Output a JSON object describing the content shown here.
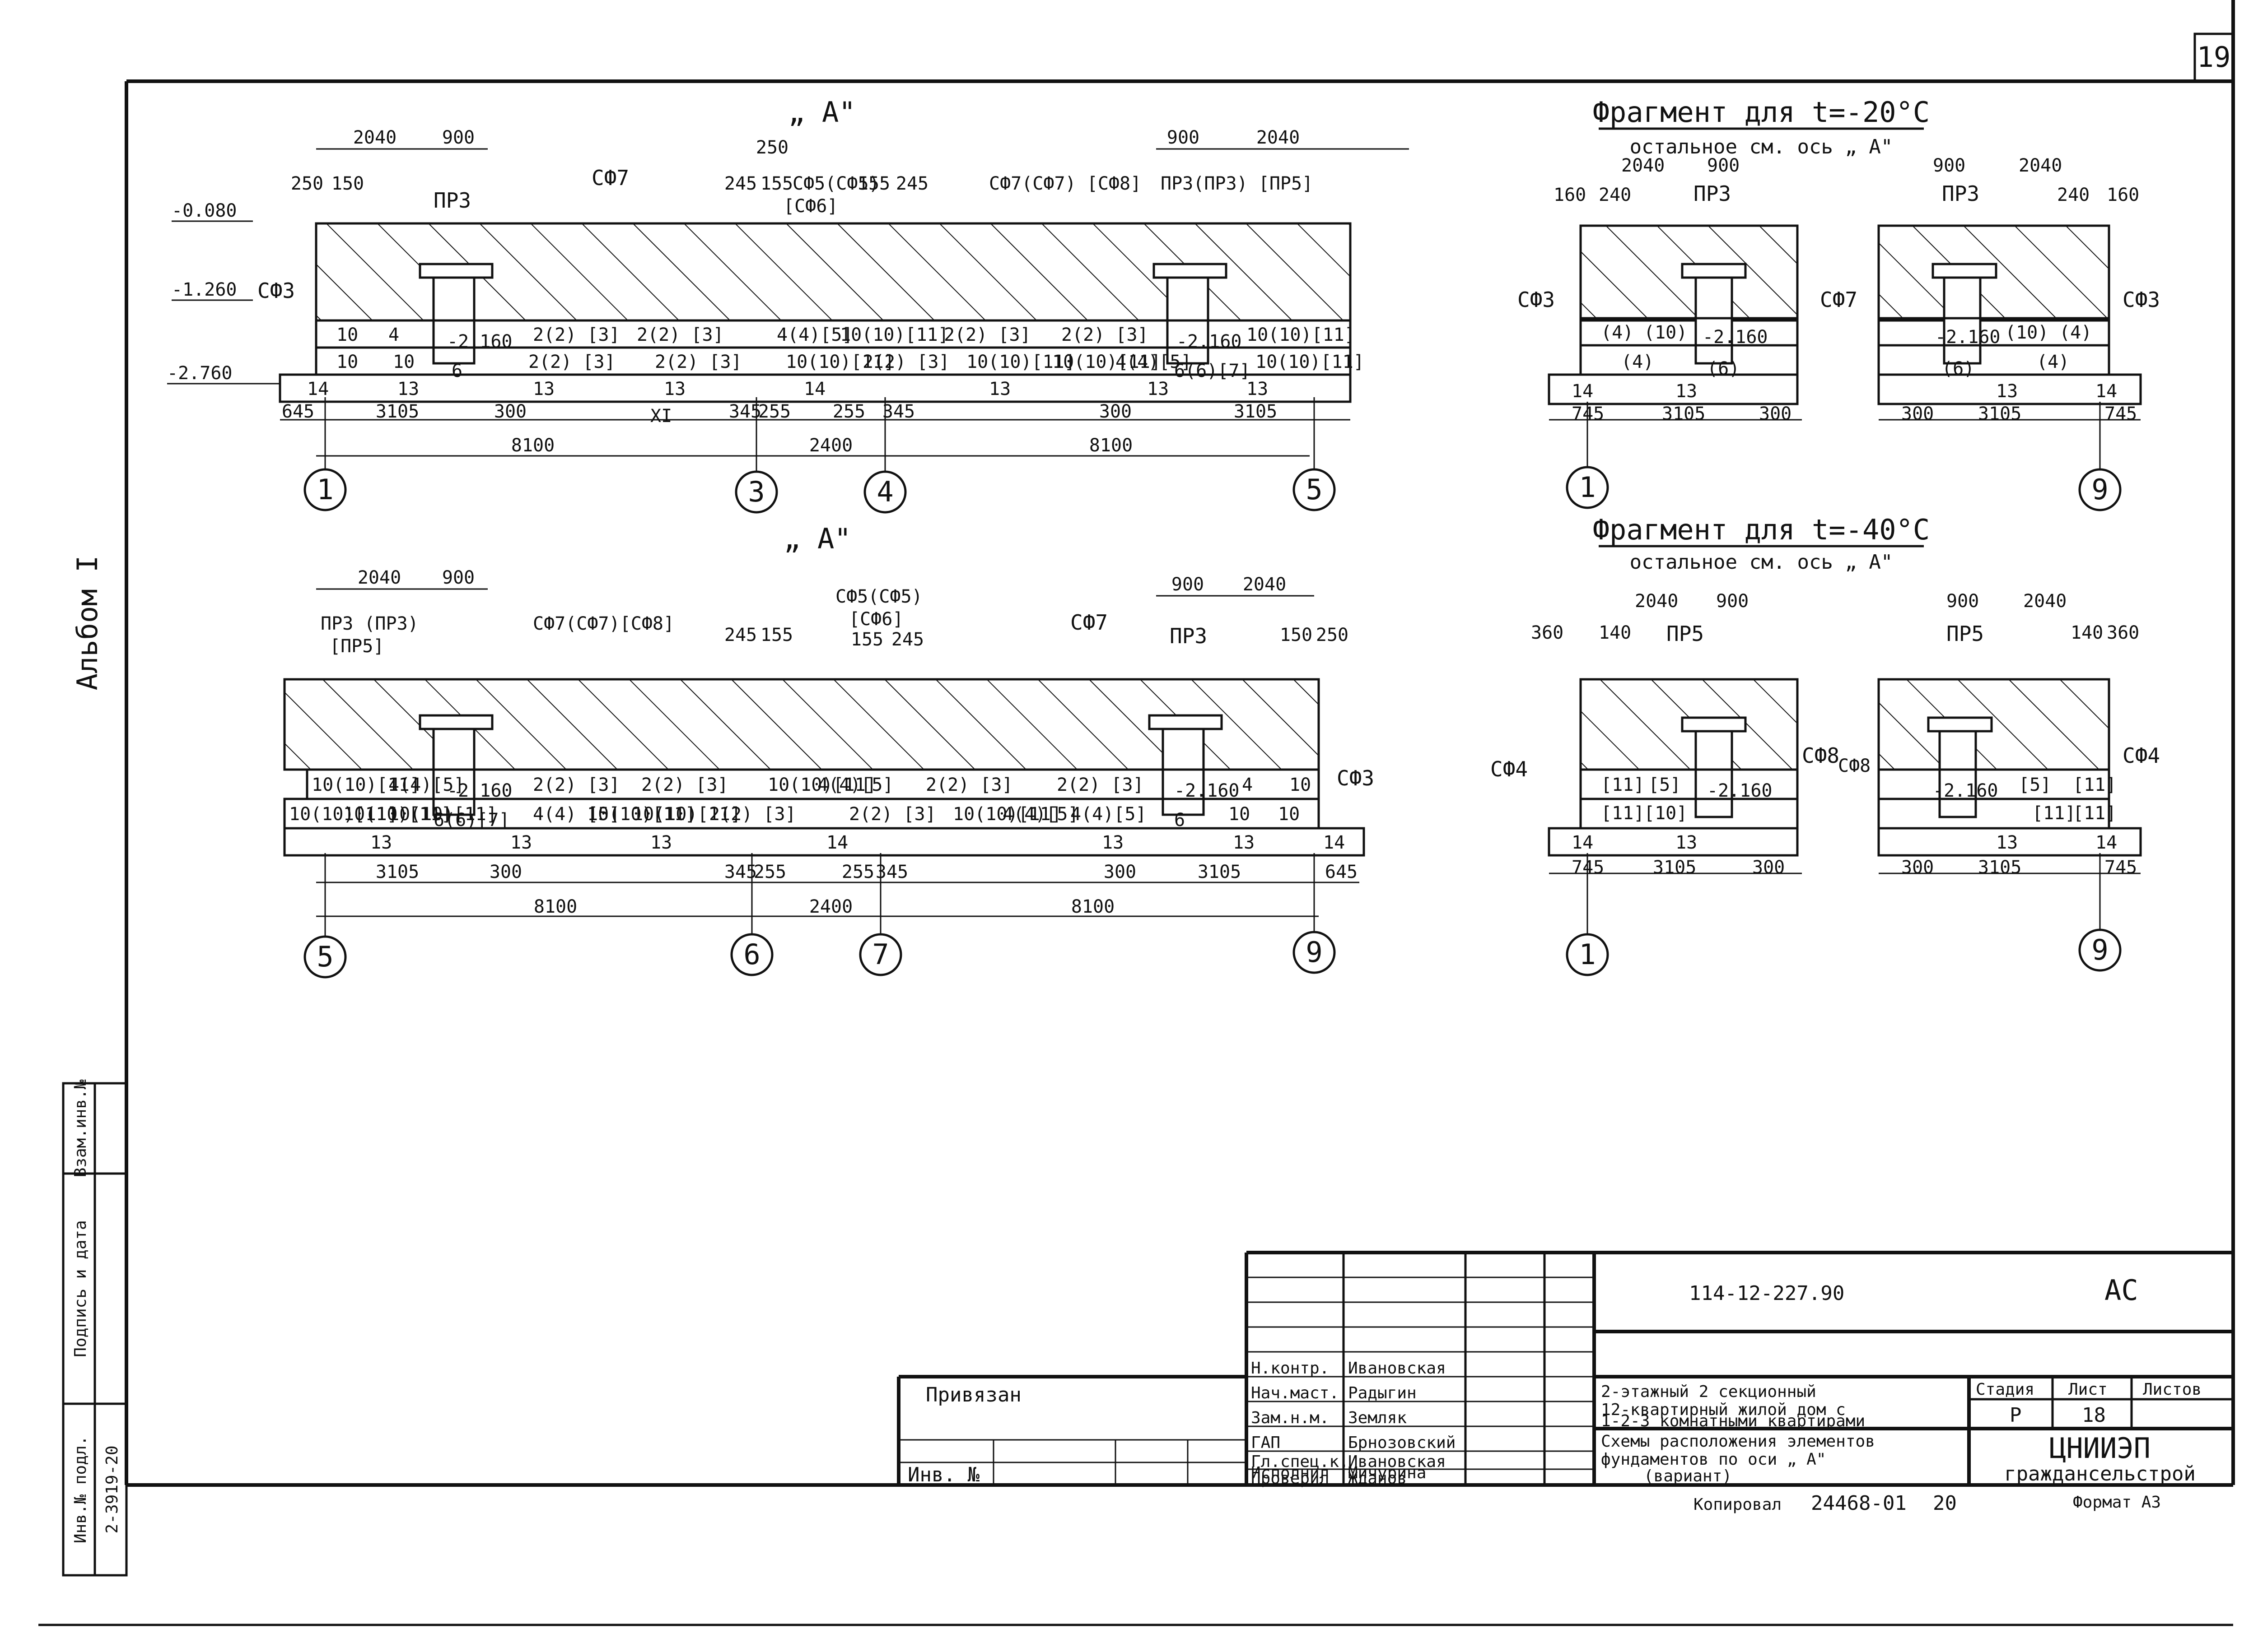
{
  "page_number": "19",
  "album_label": "Альбом I",
  "left_stamp": {
    "col1": "Инв.№ подл.",
    "col1_value": "2-3919-20",
    "col2": "Подпись и дата",
    "col3": "Взам.инв.№"
  },
  "views": {
    "view1": {
      "title": "„ А\"",
      "top_dims": [
        "2040",
        "900",
        "250",
        "900",
        "2040"
      ],
      "left_small_dims": [
        "250",
        "150"
      ],
      "mid_small_dims": [
        "245",
        "155",
        "155",
        "245"
      ],
      "level_marks": [
        "-0.080",
        "-1.260",
        "-2.760"
      ],
      "labels": [
        "СФ7",
        "ПР3",
        "СФ5(СФ5)",
        "[СФ6]",
        "СФ7(СФ7) [СФ8]",
        "ПР3(ПР3) [ПР5]",
        "СФ3",
        "XI"
      ],
      "row_upper": [
        "10",
        "4",
        "-2.160",
        "2(2) [3]",
        "2(2) [3]",
        "4(4)[5]",
        "10(10)[11]",
        "2(2) [3]",
        "2(2) [3]",
        "-2.160",
        "10(10)[11]"
      ],
      "row_lower": [
        "10",
        "10",
        "6",
        "2(2) [3]",
        "2(2) [3]",
        "10(10)[11]",
        "2(2) [3]",
        "10(10)[11]",
        "10(10)[11]",
        "4(4)[5]",
        "6(6)[7]",
        "10(10)[11]"
      ],
      "row_base": [
        "14",
        "13",
        "13",
        "13",
        "14",
        "13",
        "13",
        "13"
      ],
      "bottom_dims": [
        "645",
        "3105",
        "300",
        "345",
        "255",
        "255",
        "345",
        "300",
        "3105"
      ],
      "overall_dims": [
        "8100",
        "2400",
        "8100"
      ],
      "axes": [
        "1",
        "3",
        "4",
        "5"
      ]
    },
    "view2": {
      "title": "„ А\"",
      "top_dims": [
        "2040",
        "900",
        "900",
        "2040"
      ],
      "mid_small_dims": [
        "245",
        "155",
        "155",
        "245"
      ],
      "right_small_dims": [
        "150",
        "250"
      ],
      "labels": [
        "ПР3 (ПР3)",
        "[ПР5]",
        "СФ7(СФ7)[СФ8]",
        "СФ5(СФ5)",
        "[СФ6]",
        "СФ7",
        "ПР3",
        "СФ3"
      ],
      "row_upper": [
        "10(10)[11]",
        "4(4)[5]",
        "-2.160",
        "2(2) [3]",
        "2(2) [3]",
        "10(10)[11]",
        "4(4)[5]",
        "2(2) [3]",
        "2(2) [3]",
        "-2.160",
        "4",
        "10"
      ],
      "row_lower": [
        "10(10)[11]",
        "10(10)[11]",
        "10(10)[11]",
        "6(6)[7]",
        "4(4) [5]",
        "10(10)[11]",
        "10(10)[11]",
        "2(2) [3]",
        "2(2) [3]",
        "10(10)[11]",
        "4(4)[5]",
        "4(4)[5]",
        "6",
        "10",
        "10"
      ],
      "row_base": [
        "13",
        "13",
        "13",
        "14",
        "13",
        "13",
        "14"
      ],
      "bottom_dims": [
        "3105",
        "300",
        "345",
        "255",
        "255",
        "345",
        "300",
        "3105",
        "645"
      ],
      "overall_dims": [
        "8100",
        "2400",
        "8100"
      ],
      "axes": [
        "5",
        "6",
        "7",
        "9"
      ]
    },
    "frag20": {
      "title": "Фрагмент для t=-20°С",
      "subtitle": "остальное см. ось „ А\"",
      "left_dims": [
        "160",
        "240",
        "2040",
        "900"
      ],
      "right_dims": [
        "900",
        "2040",
        "240",
        "160"
      ],
      "labels": [
        "ПР3",
        "СФ3",
        "СФ7",
        "ПР3",
        "СФ3"
      ],
      "left_rows": [
        "(4)",
        "(10)",
        "-2.160",
        "(4)",
        "(6)"
      ],
      "right_rows": [
        "-2.160",
        "(10)",
        "(4)",
        "(6)",
        "(4)"
      ],
      "base": [
        "14",
        "13",
        "13",
        "14"
      ],
      "bottom_left": [
        "745",
        "3105",
        "300"
      ],
      "bottom_right": [
        "300",
        "3105",
        "745"
      ],
      "axes": [
        "1",
        "9"
      ]
    },
    "frag40": {
      "title": "Фрагмент для t=-40°С",
      "subtitle": "остальное см. ось „ А\"",
      "left_dims": [
        "360",
        "140",
        "2040",
        "900"
      ],
      "right_dims": [
        "900",
        "2040",
        "140",
        "360"
      ],
      "labels": [
        "ПР5",
        "СФ4",
        "СФ8",
        "ПР5",
        "СФ8",
        "СФ4"
      ],
      "left_rows": [
        "[11]",
        "[5]",
        "-2.160",
        "[11]",
        "[10]"
      ],
      "right_rows": [
        "-2.160",
        "[5]",
        "[11]",
        "[11]",
        "[11]"
      ],
      "base": [
        "14",
        "13",
        "13",
        "14"
      ],
      "bottom_left": [
        "745",
        "3105",
        "300"
      ],
      "bottom_right": [
        "300",
        "3105",
        "745"
      ],
      "axes": [
        "1",
        "9"
      ]
    }
  },
  "title_block": {
    "doc_code": "114-12-227.90",
    "stage_code": "АС",
    "bound_label": "Привязан",
    "inv_label": "Инв. №",
    "roles": [
      {
        "role": "Н.контр.",
        "name": "Ивановская"
      },
      {
        "role": "Нач.маст.",
        "name": "Радыгин"
      },
      {
        "role": "Зам.н.м.",
        "name": "Земляк"
      },
      {
        "role": "ГАП",
        "name": "Брнозовский"
      },
      {
        "role": "Гл.спец.к.",
        "name": "Ивановская"
      },
      {
        "role": "Исполнил",
        "name": "Мичурина"
      },
      {
        "role": "Проверил",
        "name": "Жданов"
      }
    ],
    "project_lines": [
      "2-этажный 2 секционный",
      "12-квартирный жилой дом с",
      "1-2-3 комнатными квартирами"
    ],
    "sheet_lines": [
      "Схемы расположения элементов",
      "фундаментов по оси „ А\"",
      "(вариант)"
    ],
    "stage_header": "Стадия",
    "sheet_header": "Лист",
    "sheets_header": "Листов",
    "stage_value": "Р",
    "sheet_value": "18",
    "org_line1": "ЦНИИЭП",
    "org_line2": "граждансельстрой",
    "copied": "Копировал",
    "copy_code": "24468-01",
    "copy_num": "20",
    "format": "Формат А3"
  }
}
